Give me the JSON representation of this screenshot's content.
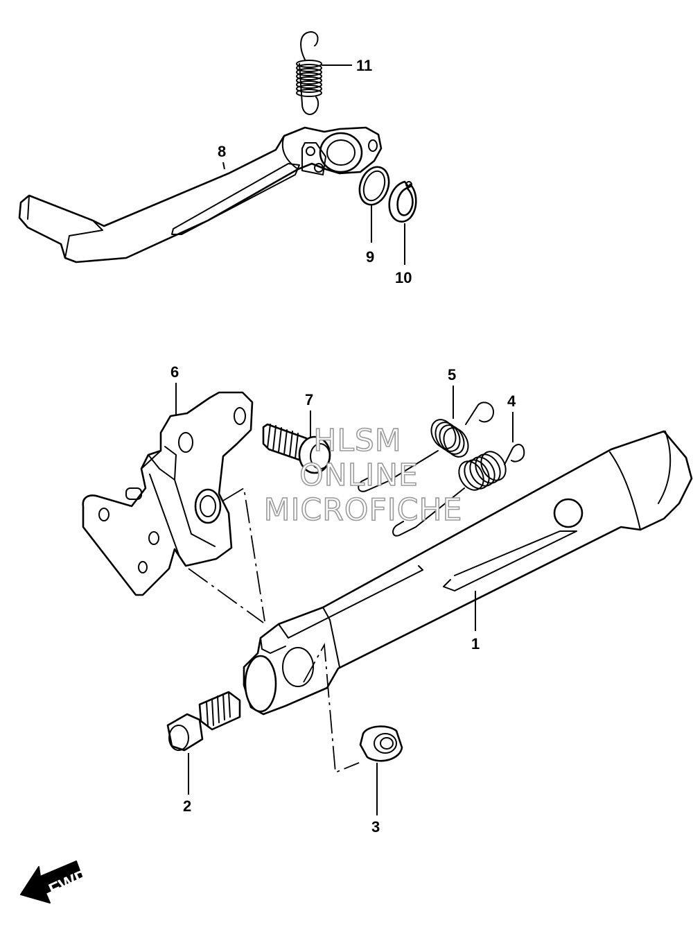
{
  "callouts": [
    {
      "id": "1",
      "label": "1"
    },
    {
      "id": "2",
      "label": "2"
    },
    {
      "id": "3",
      "label": "3"
    },
    {
      "id": "4",
      "label": "4"
    },
    {
      "id": "5",
      "label": "5"
    },
    {
      "id": "6",
      "label": "6"
    },
    {
      "id": "7",
      "label": "7"
    },
    {
      "id": "8",
      "label": "8"
    },
    {
      "id": "9",
      "label": "9"
    },
    {
      "id": "10",
      "label": "10"
    },
    {
      "id": "11",
      "label": "11"
    }
  ],
  "watermark": {
    "line1": "HLSM",
    "line2": "ONLINE",
    "line3": "MICROFICHE"
  },
  "direction_arrow": {
    "label": "FWD",
    "icon": "fwd-arrow-icon"
  },
  "colors": {
    "line": "#000000",
    "background": "#ffffff",
    "watermark_outline": "#9a9a9a"
  }
}
